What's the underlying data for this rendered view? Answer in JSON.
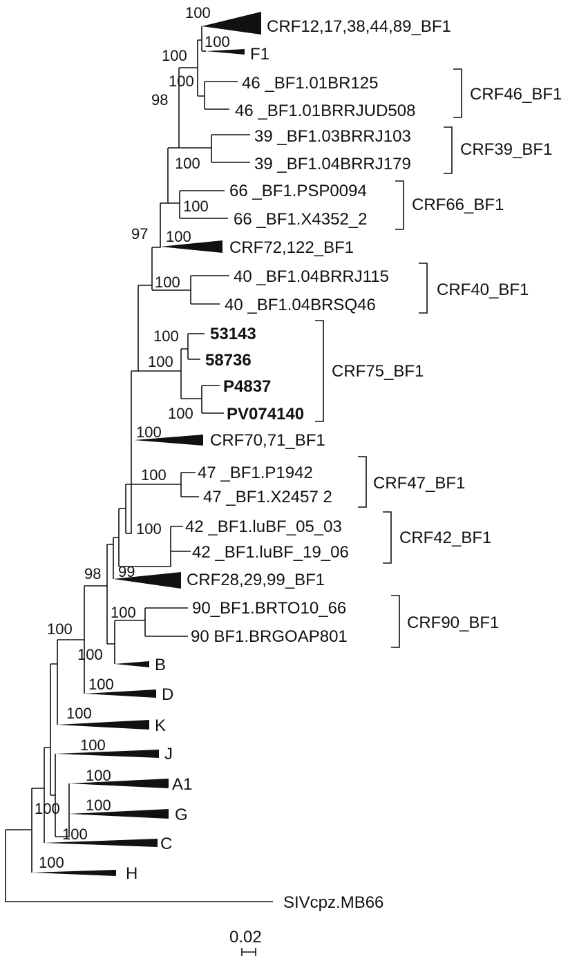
{
  "tree": {
    "taxa": {
      "crf12": "CRF12,17,38,44,89_BF1",
      "f1": "F1",
      "t46a": "46 _BF1.01BR125",
      "t46b": "46 _BF1.01BRRJUD508",
      "t39a": "39 _BF1.03BRRJ103",
      "t39b": "39 _BF1.04BRRJ179",
      "t66a": "66 _BF1.PSP0094",
      "t66b": "66 _BF1.X4352_2",
      "crf72": "CRF72,122_BF1",
      "t40a": "40 _BF1.04BRRJ115",
      "t40b": "40 _BF1.04BRSQ46",
      "s53143": "53143",
      "s58736": "58736",
      "p4837": "P4837",
      "pv074140": "PV074140",
      "crf70": "CRF70,71_BF1",
      "t47a": "47 _BF1.P1942",
      "t47b": "47 _BF1.X2457 2",
      "t42a": "42 _BF1.luBF_05_03",
      "t42b": "42 _BF1.luBF_19_06",
      "crf28": "CRF28,29,99_BF1",
      "t90a": "90_BF1.BRTO10_66",
      "t90b": "90 BF1.BRGOAP801",
      "b": "B",
      "d": "D",
      "k": "K",
      "j": "J",
      "a1": "A1",
      "g": "G",
      "c": "C",
      "h": "H",
      "siv": "SIVcpz.MB66"
    },
    "clades": {
      "crf46": "CRF46_BF1",
      "crf39": "CRF39_BF1",
      "crf66": "CRF66_BF1",
      "crf40": "CRF40_BF1",
      "crf75": "CRF75_BF1",
      "crf47": "CRF47_BF1",
      "crf42": "CRF42_BF1",
      "crf90": "CRF90_BF1"
    },
    "bootstrap": {
      "n01": "100",
      "n02": "100",
      "n03": "100",
      "n04": "100",
      "n05": "98",
      "n06": "100",
      "n07": "100",
      "n08": "97",
      "n09": "100",
      "n10": "100",
      "n11": "100",
      "n12": "100",
      "n13": "100",
      "n14": "100",
      "n15": "100",
      "n16": "100",
      "n17": "99",
      "n18": "98",
      "n19": "100",
      "n20": "100",
      "n21": "100",
      "n22": "100",
      "n23": "100",
      "n24": "100",
      "n25": "100",
      "n26": "100",
      "n27": "100",
      "n28": "100",
      "n29": "100"
    },
    "scale": "0.02"
  }
}
